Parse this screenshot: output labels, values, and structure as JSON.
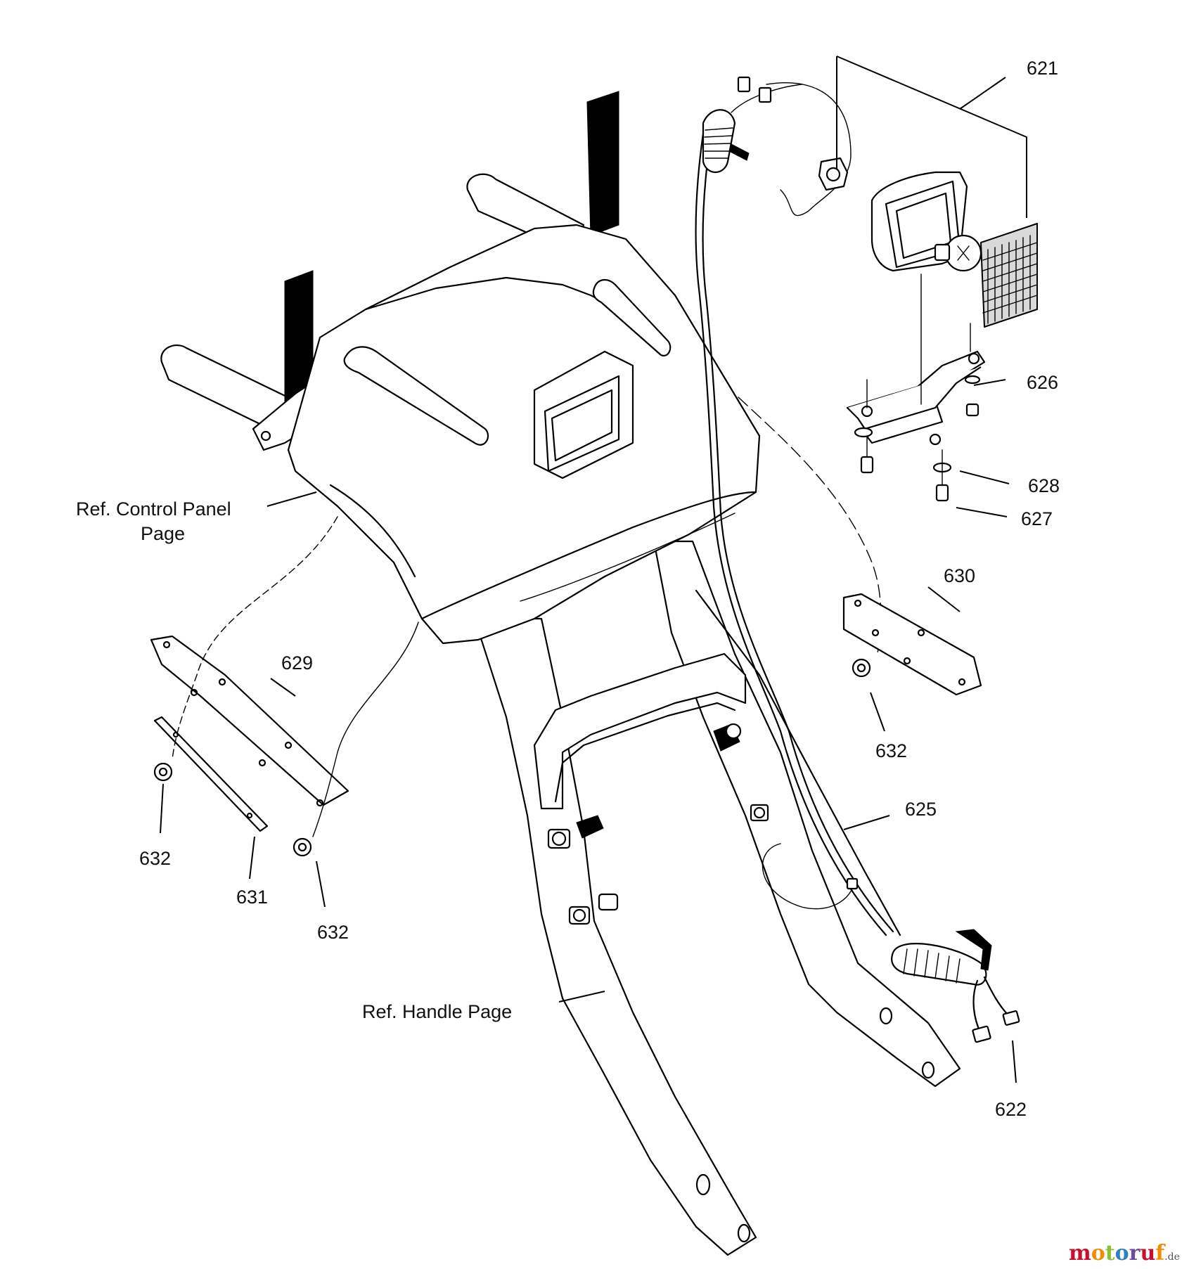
{
  "diagram": {
    "part_labels": [
      {
        "id": "621",
        "text": "621"
      },
      {
        "id": "626",
        "text": "626"
      },
      {
        "id": "628",
        "text": "628"
      },
      {
        "id": "627",
        "text": "627"
      },
      {
        "id": "630",
        "text": "630"
      },
      {
        "id": "632a",
        "text": "632"
      },
      {
        "id": "625",
        "text": "625"
      },
      {
        "id": "622",
        "text": "622"
      },
      {
        "id": "629",
        "text": "629"
      },
      {
        "id": "632b",
        "text": "632"
      },
      {
        "id": "631",
        "text": "631"
      },
      {
        "id": "632c",
        "text": "632"
      }
    ],
    "references": {
      "control_panel_line1": "Ref. Control Panel",
      "control_panel_line2": "Page",
      "handle": "Ref. Handle Page"
    }
  },
  "watermark": {
    "brand": "motoruf",
    "suffix": ".de",
    "colors": {
      "m": "#c8102e",
      "o1": "#f28c00",
      "t": "#8dbf2f",
      "o2": "#2f7fc1",
      "r": "#6b4aa0",
      "u": "#c8102e",
      "f": "#f28c00"
    }
  }
}
